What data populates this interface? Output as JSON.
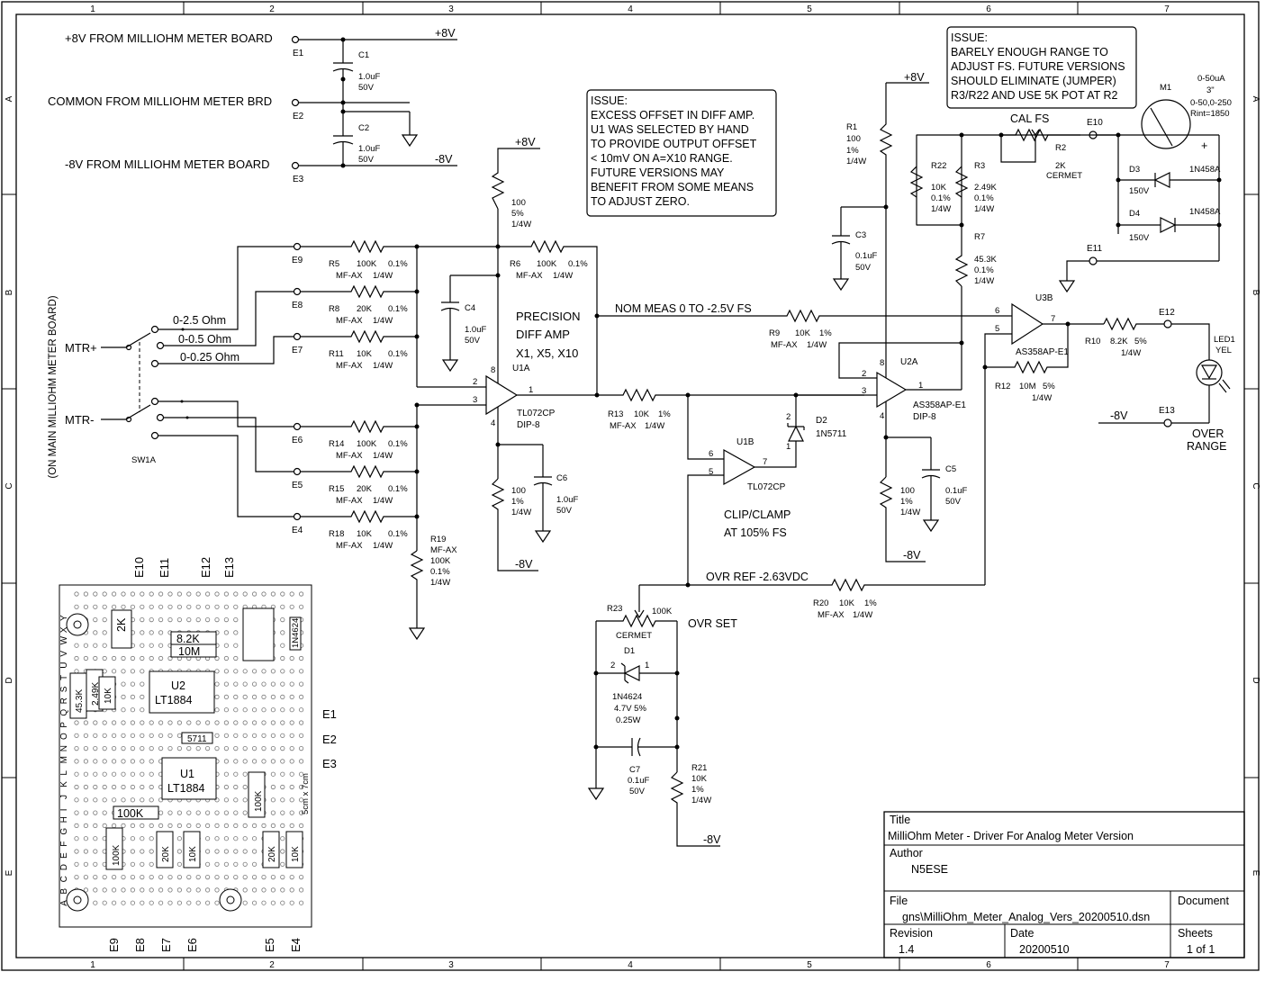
{
  "border": {
    "cols": [
      "1",
      "2",
      "3",
      "4",
      "5",
      "6",
      "7"
    ],
    "rows": [
      "A",
      "B",
      "C",
      "D",
      "E"
    ]
  },
  "power": {
    "p8_label": "+8V FROM MILLIOHM METER BOARD",
    "common_label": "COMMON FROM MILLIOHM METER BRD",
    "m8_label": "-8V FROM MILLIOHM METER BOARD",
    "p8": "+8V",
    "m8": "-8V",
    "c1": [
      "C1",
      "1.0uF",
      "50V"
    ],
    "c2": [
      "C2",
      "1.0uF",
      "50V"
    ]
  },
  "terminals": {
    "e1": "E1",
    "e2": "E2",
    "e3": "E3",
    "e4": "E4",
    "e5": "E5",
    "e6": "E6",
    "e7": "E7",
    "e8": "E8",
    "e9": "E9",
    "e10": "E10",
    "e11": "E11",
    "e12": "E12",
    "e13": "E13"
  },
  "switch": {
    "mtr_plus": "MTR+",
    "mtr_minus": "MTR-",
    "r1": "0-2.5 Ohm",
    "r2": "0-0.5 Ohm",
    "r3": "0-0.25 Ohm",
    "name": "SW1A",
    "side_label": "(ON MAIN MILLIOHM METER BOARD)"
  },
  "resistors": {
    "r5": [
      "R5",
      "100K",
      "0.1%",
      "MF-AX",
      "1/4W"
    ],
    "r8": [
      "R8",
      "20K",
      "0.1%",
      "MF-AX",
      "1/4W"
    ],
    "r11": [
      "R11",
      "10K",
      "0.1%",
      "MF-AX",
      "1/4W"
    ],
    "r14": [
      "R14",
      "100K",
      "0.1%",
      "MF-AX",
      "1/4W"
    ],
    "r15": [
      "R15",
      "20K",
      "0.1%",
      "MF-AX",
      "1/4W"
    ],
    "r18": [
      "R18",
      "10K",
      "0.1%",
      "MF-AX",
      "1/4W"
    ],
    "r6": [
      "R6",
      "100K",
      "0.1%",
      "MF-AX",
      "1/4W"
    ],
    "r19": [
      "R19",
      "MF-AX",
      "100K",
      "0.1%",
      "1/4W"
    ],
    "r_top": [
      "100",
      "5%",
      "1/4W"
    ],
    "r_bot": [
      "100",
      "1%",
      "1/4W"
    ],
    "r13": [
      "R13",
      "10K",
      "1%",
      "MF-AX",
      "1/4W"
    ],
    "r9": [
      "R9",
      "10K",
      "1%",
      "MF-AX",
      "1/4W"
    ],
    "r1": [
      "R1",
      "100",
      "1%",
      "1/4W"
    ],
    "r22": [
      "R22",
      "10K",
      "0.1%",
      "1/4W"
    ],
    "r3": [
      "R3",
      "2.49K",
      "0.1%",
      "1/4W"
    ],
    "r7": [
      "R7",
      "45.3K",
      "0.1%",
      "1/4W"
    ],
    "r2": [
      "R2",
      "2K",
      "CERMET"
    ],
    "r10": [
      "R10",
      "8.2K",
      "5%",
      "1/4W"
    ],
    "r12": [
      "R12",
      "10M",
      "5%",
      "1/4W"
    ],
    "r20": [
      "R20",
      "10K",
      "1%",
      "MF-AX",
      "1/4W"
    ],
    "r23": [
      "R23",
      "100K",
      "CERMET"
    ],
    "r21": [
      "R21",
      "10K",
      "1%",
      "1/4W"
    ],
    "r_u2": [
      "100",
      "1%",
      "1/4W"
    ]
  },
  "caps": {
    "c4": [
      "C4",
      "1.0uF",
      "50V"
    ],
    "c6": [
      "C6",
      "1.0uF",
      "50V"
    ],
    "c3": [
      "C3",
      "0.1uF",
      "50V"
    ],
    "c5": [
      "C5",
      "0.1uF",
      "50V"
    ],
    "c7": [
      "C7",
      "0.1uF",
      "50V"
    ]
  },
  "parts": {
    "u1a": [
      "U1A",
      "TL072CP",
      "DIP-8"
    ],
    "u1b": [
      "U1B",
      "TL072CP"
    ],
    "u2a": [
      "U2A",
      "AS358AP-E1",
      "DIP-8"
    ],
    "u3b": [
      "U3B",
      "AS358AP-E1"
    ],
    "d2": [
      "D2",
      "1N5711"
    ],
    "d1": [
      "D1",
      "1N4624",
      "4.7V 5%",
      "0.25W"
    ],
    "d3": [
      "D3",
      "1N458A",
      "150V"
    ],
    "d4": [
      "D4",
      "1N458A",
      "150V"
    ],
    "m1": [
      "M1",
      "0-50uA",
      "3\"",
      "0-50,0-250",
      "Rint=1850"
    ],
    "led1": [
      "LED1",
      "YEL"
    ]
  },
  "labels": {
    "precision": [
      "PRECISION",
      "DIFF AMP",
      "X1, X5, X10"
    ],
    "nom_meas": "NOM MEAS  0 TO -2.5V FS",
    "clip": [
      "CLIP/CLAMP",
      "AT 105% FS"
    ],
    "ovr_ref": "OVR REF -2.63VDC",
    "ovr_set": "OVR SET",
    "over_range": [
      "OVER",
      "RANGE"
    ],
    "cal_fs": "CAL FS",
    "pin_nums": [
      "2",
      "3",
      "1",
      "8",
      "4",
      "6",
      "5",
      "7",
      "2",
      "3",
      "1",
      "8",
      "4",
      "6",
      "5",
      "7",
      "2",
      "1",
      "2",
      "1"
    ]
  },
  "issues": {
    "issue1": [
      "ISSUE:",
      "EXCESS OFFSET IN DIFF AMP.",
      "U1 WAS SELECTED BY HAND",
      "TO PROVIDE OUTPUT OFFSET",
      "< 10mV ON A=X10 RANGE.",
      "FUTURE VERSIONS MAY",
      "BENEFIT FROM SOME MEANS",
      "TO ADJUST ZERO."
    ],
    "issue2": [
      "ISSUE:",
      "BARELY ENOUGH RANGE TO",
      "ADJUST FS.  FUTURE VERSIONS",
      "SHOULD ELIMINATE (JUMPER)",
      "R3/R22 AND USE 5K POT AT R2"
    ]
  },
  "pcb": {
    "top_labels": [
      "E10",
      "E11",
      "E12",
      "E13"
    ],
    "bottom_labels": [
      "E9",
      "E8",
      "E7",
      "E6",
      "E5",
      "E4"
    ],
    "side_labels": [
      "E1",
      "E2",
      "E3"
    ],
    "size_note": "5cm x 7cm",
    "row_letters": [
      "A",
      "B",
      "C",
      "D",
      "E",
      "F",
      "G",
      "H",
      "I",
      "J",
      "K",
      "L",
      "M",
      "N",
      "O",
      "P",
      "Q",
      "R",
      "S",
      "T",
      "U",
      "V",
      "W",
      "X",
      "Y"
    ],
    "parts": [
      "2K",
      "8.2K",
      "10M",
      "LT1884",
      "U2",
      "U1",
      "LT1884",
      "100K",
      "5711",
      "45.3K",
      "2.49K",
      "10K",
      "100K",
      "20K",
      "10K",
      "100K",
      "20K",
      "10K",
      "1N4624"
    ]
  },
  "title_block": {
    "title_label": "Title",
    "title": "MilliOhm Meter - Driver For Analog Meter Version",
    "author_label": "Author",
    "author": "N5ESE",
    "file_label": "File",
    "file": "gns\\MilliOhm_Meter_Analog_Vers_20200510.dsn",
    "document_label": "Document",
    "revision_label": "Revision",
    "revision": "1.4",
    "date_label": "Date",
    "date": "20200510",
    "sheets_label": "Sheets",
    "sheets": "1 of 1"
  }
}
